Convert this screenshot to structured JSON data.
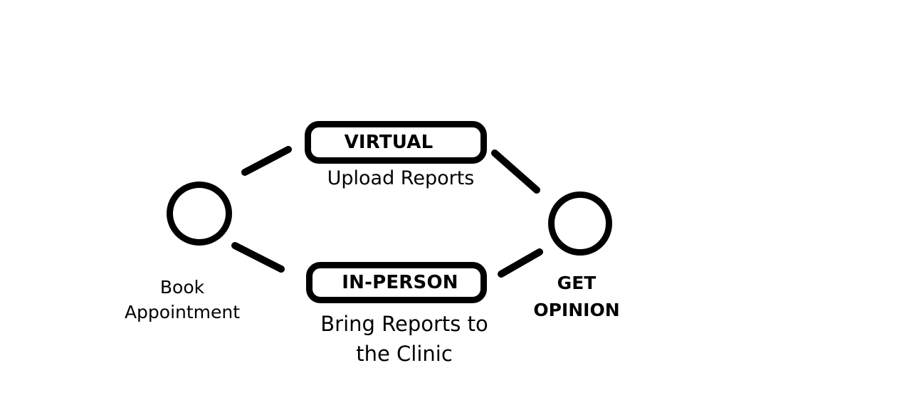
{
  "diagram": {
    "start_node": {
      "label_line1": "Book",
      "label_line2": "Appointment"
    },
    "virtual_option": {
      "title": "VIRTUAL",
      "caption": "Upload Reports"
    },
    "in_person_option": {
      "title": "IN-PERSON",
      "caption_line1": "Bring Reports to",
      "caption_line2": "the Clinic"
    },
    "end_node": {
      "label_line1": "GET",
      "label_line2": "OPINION"
    }
  }
}
